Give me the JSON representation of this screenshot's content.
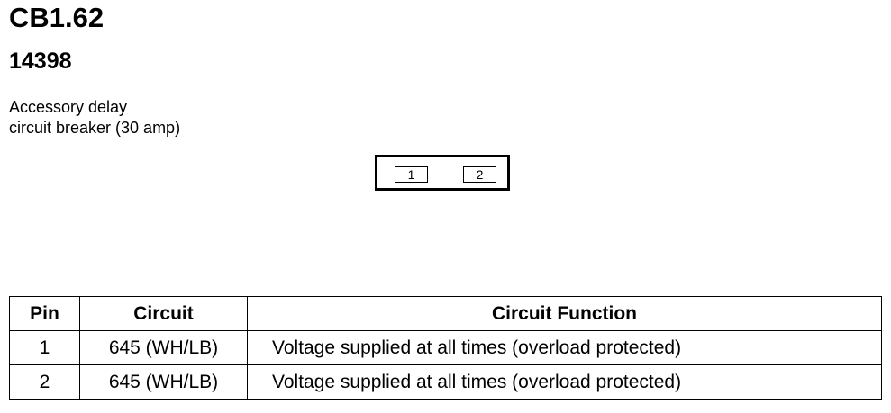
{
  "header": {
    "code": "CB1.62",
    "part_number": "14398",
    "description_lines": [
      "Accessory delay",
      "circuit breaker (30 amp)"
    ]
  },
  "connector": {
    "pins": [
      "1",
      "2"
    ]
  },
  "table": {
    "columns": [
      "Pin",
      "Circuit",
      "Circuit Function"
    ],
    "rows": [
      {
        "pin": "1",
        "circuit": "645 (WH/LB)",
        "function": "Voltage supplied at all times (overload protected)"
      },
      {
        "pin": "2",
        "circuit": "645 (WH/LB)",
        "function": "Voltage supplied at all times (overload protected)"
      }
    ]
  }
}
